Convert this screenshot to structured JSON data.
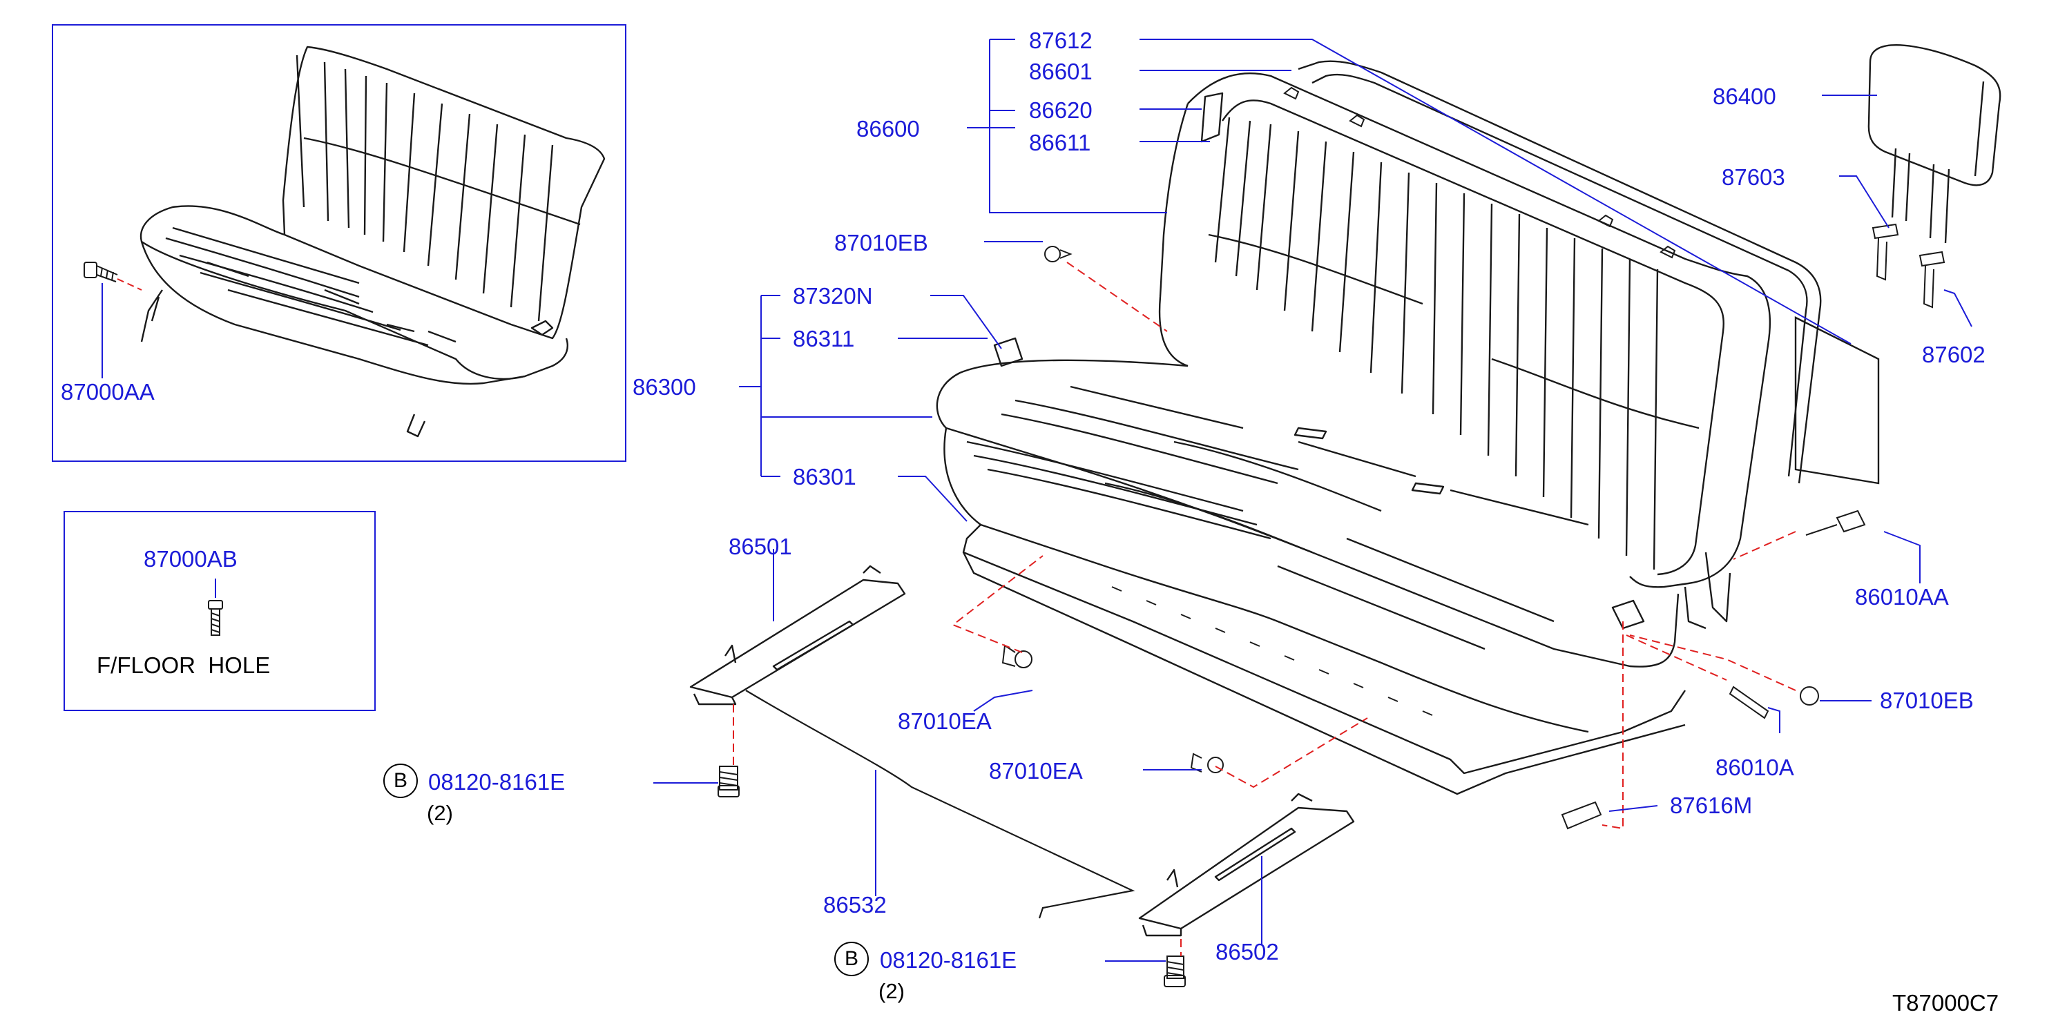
{
  "diagram": {
    "figure_id": "T87000C7",
    "inset": {
      "label": "87000AB",
      "note": "F/FLOOR  HOLE"
    },
    "callouts": {
      "p87612": "87612",
      "p86601": "86601",
      "p86620": "86620",
      "p86611": "86611",
      "p86600": "86600",
      "p86400": "86400",
      "p87603": "87603",
      "p87602": "87602",
      "p87010EB_top": "87010EB",
      "p87320N": "87320N",
      "p86311": "86311",
      "p86300": "86300",
      "p86301": "86301",
      "p87000AA": "87000AA",
      "p86010AA": "86010AA",
      "p86501": "86501",
      "p87010EA_left": "87010EA",
      "p87010EB_right": "87010EB",
      "p86010A": "86010A",
      "p87010EA_mid": "87010EA",
      "p87616M": "87616M",
      "p86532": "86532",
      "p86502": "86502"
    },
    "bolts": [
      {
        "symbol": "B",
        "part": "08120-8161E",
        "qty": "(2)"
      },
      {
        "symbol": "B",
        "part": "08120-8161E",
        "qty": "(2)"
      }
    ],
    "colors": {
      "label": "#1c1cd8",
      "leader": "#1c1cd8",
      "drawing": "#1a1a1a",
      "dashed": "#e02020"
    }
  }
}
